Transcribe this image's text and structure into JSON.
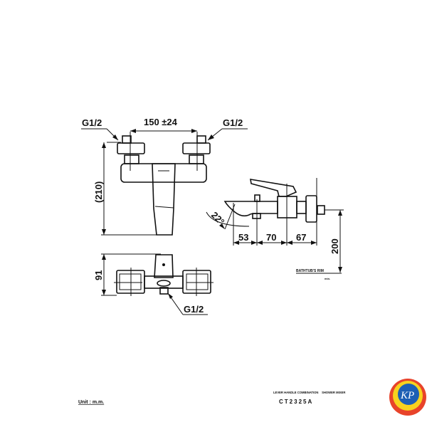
{
  "front_view": {
    "inlet_left_label": "G1/2",
    "inlet_right_label": "G1/2",
    "centers_dimension": "150 ±24",
    "height_dimension": "(210)"
  },
  "top_view": {
    "depth_dimension": "91",
    "outlet_label": "G1/2"
  },
  "side_view": {
    "angle_label": "22°",
    "dims": [
      "53",
      "70",
      "67"
    ],
    "height_above_rim": "200",
    "rim_label": "BATHTUB'S RIM",
    "rim_min_label": "min."
  },
  "footer": {
    "unit_label": "Unit : m.m.",
    "product_description": "LEVER HANDLE COMBINATION    SHOWER MIXER",
    "model_code": "CT2325A",
    "logo_text": "KP",
    "logo_colors": {
      "outer": "#e8432a",
      "ring": "#f7d21e",
      "inner": "#1d5fb4"
    }
  }
}
